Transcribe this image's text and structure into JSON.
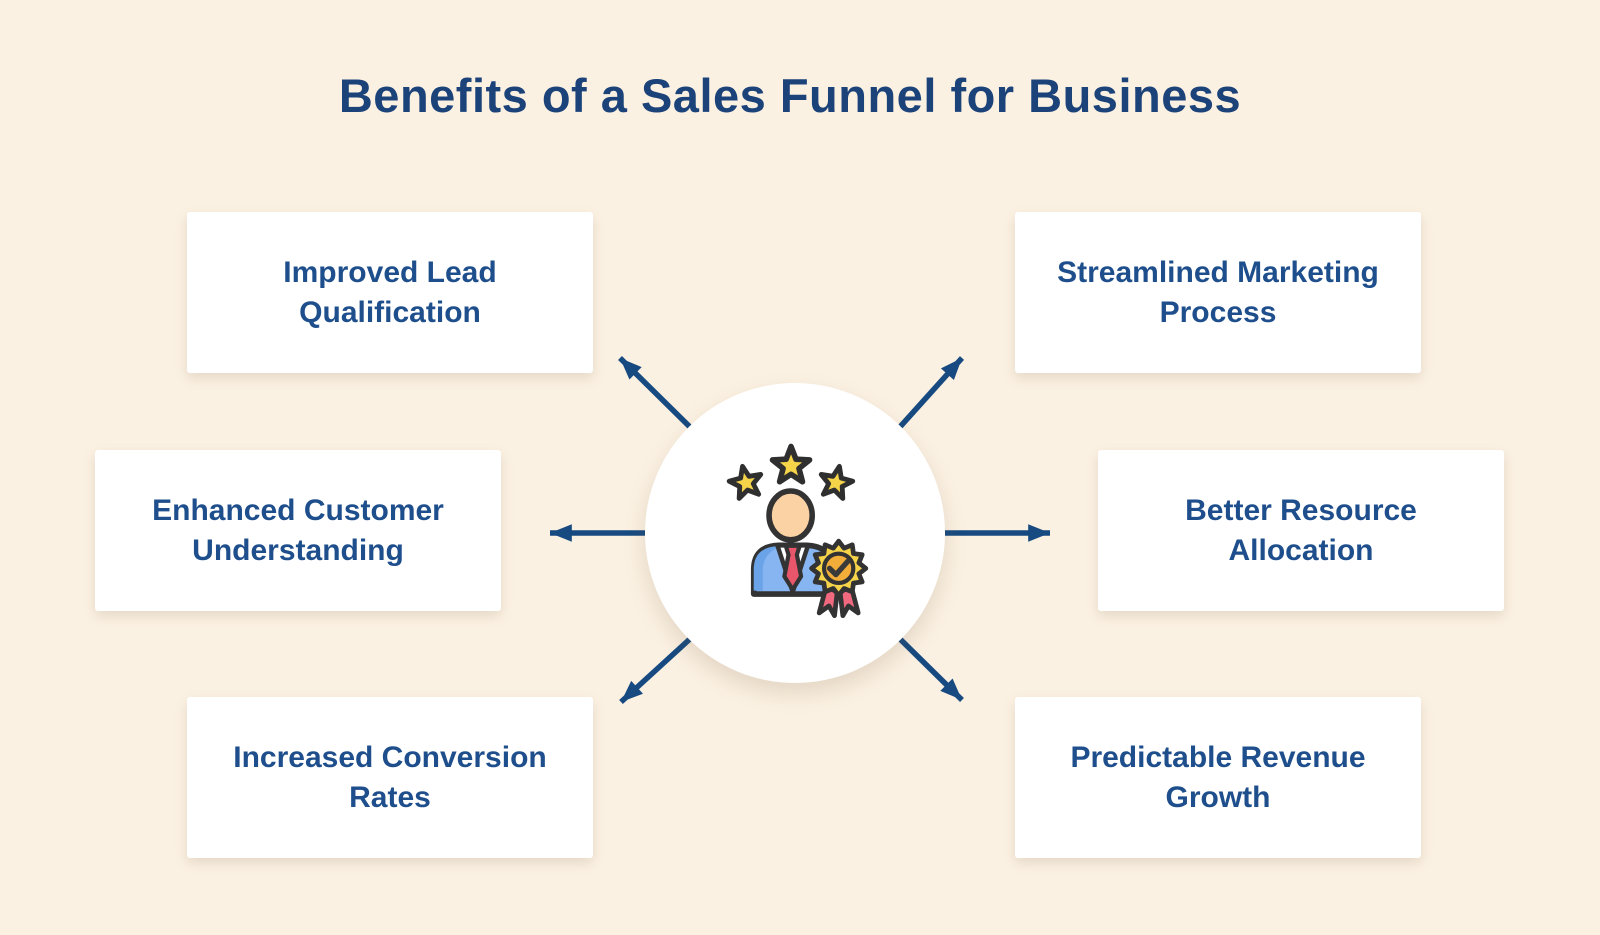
{
  "page": {
    "title": "Benefits of a Sales Funnel for Business"
  },
  "center": {
    "icon": "customer-achievement-icon",
    "description": "person in blue suit with red tie, three stars above head, yellow award rosette with checkmark and ribbons"
  },
  "benefits": [
    {
      "position": "top-left",
      "label": "Improved Lead Qualification"
    },
    {
      "position": "top-right",
      "label": "Streamlined Marketing Process"
    },
    {
      "position": "middle-left",
      "label": "Enhanced Customer Understanding"
    },
    {
      "position": "middle-right",
      "label": "Better Resource Allocation"
    },
    {
      "position": "bottom-left",
      "label": "Increased Conversion Rates"
    },
    {
      "position": "bottom-right",
      "label": "Predictable Revenue Growth"
    }
  ],
  "colors": {
    "background": "#fbf1e2",
    "title_text": "#1b4279",
    "card_background": "#ffffff",
    "card_text": "#1e4f8c",
    "arrow": "#164a80",
    "icon_star_yellow": "#f6d44a",
    "icon_skin": "#fbd2a3",
    "icon_suit_blue": "#87b5f1",
    "icon_tie_red": "#e8566b",
    "icon_badge_orange": "#f3ae3a",
    "icon_ribbon_pink": "#f0697e",
    "icon_outline": "#333333"
  }
}
